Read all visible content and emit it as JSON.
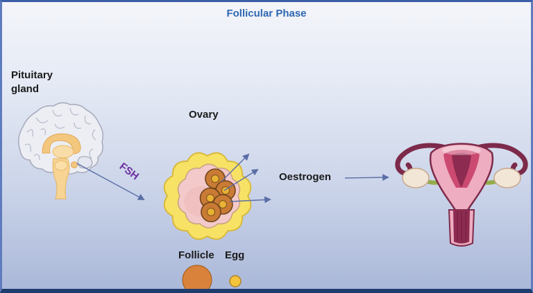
{
  "title": "Follicular Phase",
  "labels": {
    "pituitary_line1": "Pituitary",
    "pituitary_line2": "gland",
    "ovary": "Ovary",
    "fsh": "FSH",
    "oestrogen": "Oestrogen"
  },
  "legend": {
    "items": [
      {
        "label": "Follicle",
        "color": "#d9823b"
      },
      {
        "label": "Egg",
        "color": "#f2c53d"
      }
    ]
  },
  "colors": {
    "title_blue": "#2e67b1",
    "fsh_purple": "#6b2fa0",
    "arrow_blue": "#5b6ea6",
    "border_blue": "#5d7bbd",
    "border_dark": "#1f3c6e",
    "background_top": "#f4f5fa",
    "background_bottom": "#aab8d9",
    "ovary_outer_yellow": "#f7e266",
    "ovary_inner_pink": "#f3c9c9",
    "follicle_orange": "#c97b35",
    "egg_yellow": "#e9b234",
    "brain_gray": "#eceef4",
    "brain_inner_orange": "#f7d494",
    "uterus_pink": "#eeadc0",
    "uterus_inner": "#cc4a72",
    "uterus_dark": "#8e2b50",
    "ligament_green": "#94ab4a",
    "ovary_cream": "#f2e7d6"
  }
}
